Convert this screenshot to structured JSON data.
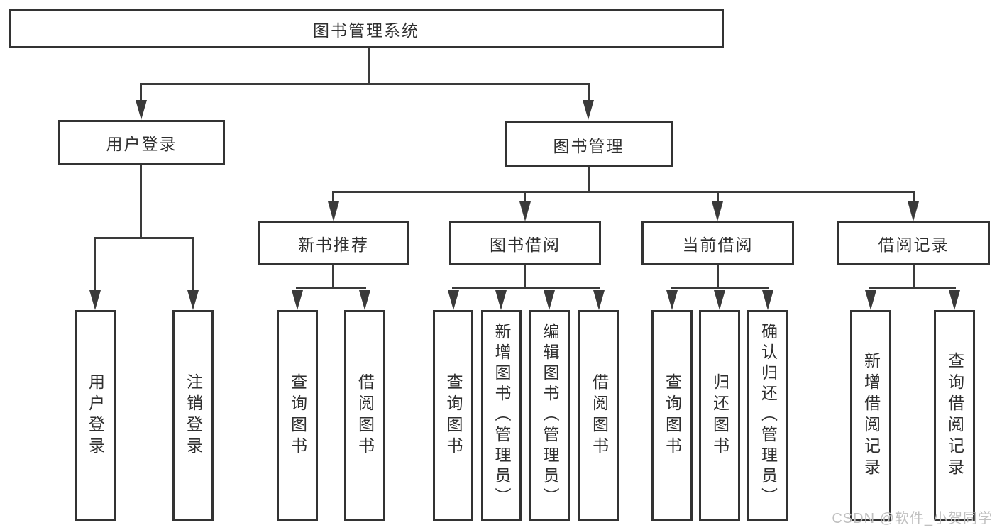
{
  "diagram": {
    "title": "图书管理系统",
    "colors": {
      "box_border": "#333333",
      "line": "#3a3a3a",
      "text": "#2f2f2f",
      "watermark": "#c0c0c0",
      "background": "#ffffff"
    },
    "nodes": {
      "root": "图书管理系统",
      "user_login": "用户登录",
      "book_mgmt": "图书管理",
      "new_book_rec": "新书推荐",
      "book_borrow": "图书借阅",
      "current_borrow": "当前借阅",
      "borrow_record": "借阅记录",
      "leaf_user_login": "用户登录",
      "leaf_logout": "注销登录",
      "leaf_query_book_1": "查询图书",
      "leaf_borrow_book_1": "借阅图书",
      "leaf_query_book_2": "查询图书",
      "leaf_add_book": "新增图书（管理员）",
      "leaf_edit_book": "编辑图书（管理员）",
      "leaf_borrow_book_2": "借阅图书",
      "leaf_query_book_3": "查询图书",
      "leaf_return_book": "归还图书",
      "leaf_confirm_return": "确认归还（管理员）",
      "leaf_add_record": "新增借阅记录",
      "leaf_query_record": "查询借阅记录"
    },
    "edges": [
      [
        "图书管理系统",
        "用户登录"
      ],
      [
        "图书管理系统",
        "图书管理"
      ],
      [
        "用户登录",
        "用户登录(叶)"
      ],
      [
        "用户登录",
        "注销登录"
      ],
      [
        "图书管理",
        "新书推荐"
      ],
      [
        "图书管理",
        "图书借阅"
      ],
      [
        "图书管理",
        "当前借阅"
      ],
      [
        "图书管理",
        "借阅记录"
      ],
      [
        "新书推荐",
        "查询图书"
      ],
      [
        "新书推荐",
        "借阅图书"
      ],
      [
        "图书借阅",
        "查询图书"
      ],
      [
        "图书借阅",
        "新增图书（管理员）"
      ],
      [
        "图书借阅",
        "编辑图书（管理员）"
      ],
      [
        "图书借阅",
        "借阅图书"
      ],
      [
        "当前借阅",
        "查询图书"
      ],
      [
        "当前借阅",
        "归还图书"
      ],
      [
        "当前借阅",
        "确认归还（管理员）"
      ],
      [
        "借阅记录",
        "新增借阅记录"
      ],
      [
        "借阅记录",
        "查询借阅记录"
      ]
    ],
    "watermark": "CSDN @软件_小贺同学"
  }
}
